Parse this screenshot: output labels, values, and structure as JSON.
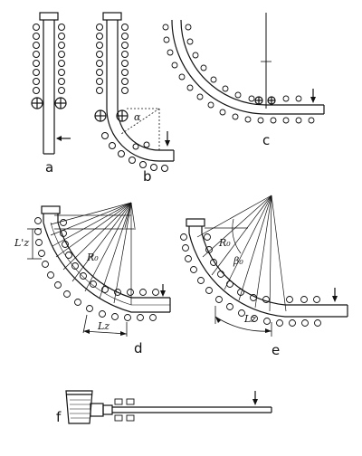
{
  "figure": {
    "panels": [
      {
        "id": "a",
        "label": "a"
      },
      {
        "id": "b",
        "label": "b"
      },
      {
        "id": "c",
        "label": "c"
      },
      {
        "id": "d",
        "label": "d"
      },
      {
        "id": "e",
        "label": "e"
      },
      {
        "id": "f",
        "label": "f"
      }
    ],
    "annotations": {
      "b_alpha": "α",
      "d_ro": "R₀",
      "d_lz": "L'z",
      "d_lz_bottom": "Lz",
      "e_ro": "R₀",
      "e_beta": "β₀",
      "e_lz": "Lz"
    }
  }
}
